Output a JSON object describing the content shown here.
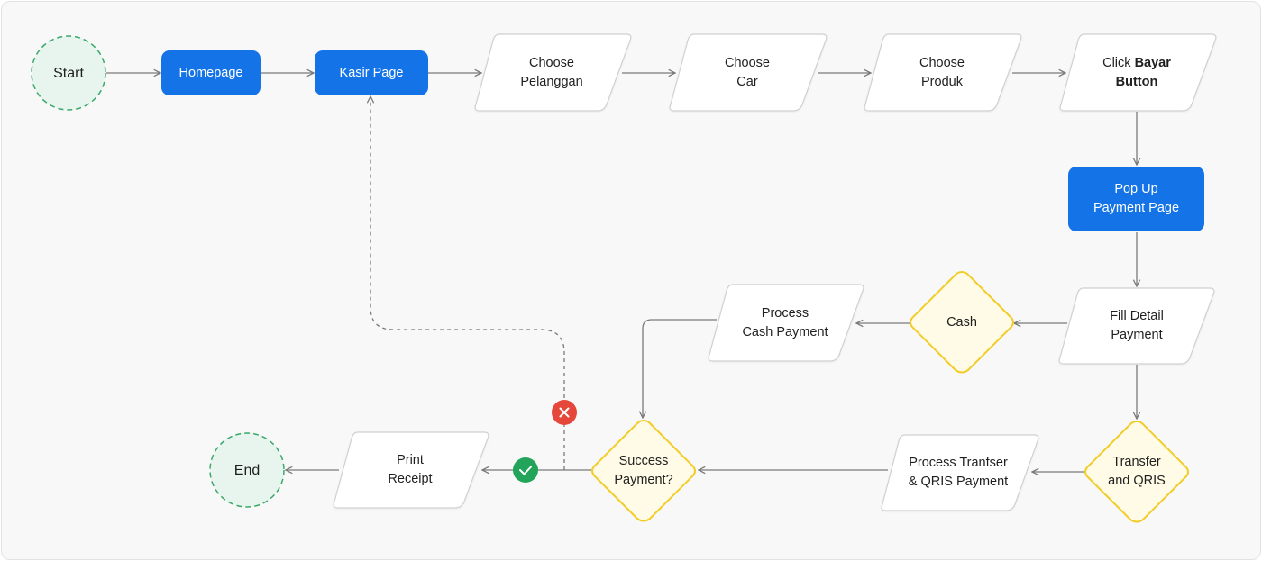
{
  "nodes": {
    "start": "Start",
    "homepage": "Homepage",
    "kasir": "Kasir Page",
    "pelanggan": "Choose\nPelanggan",
    "car": "Choose\nCar",
    "produk": "Choose\nProduk",
    "bayar_prefix": "Click ",
    "bayar_bold": "Bayar\nButton",
    "popup": "Pop Up\nPayment Page",
    "fill": "Fill Detail\nPayment",
    "cash": "Cash",
    "cash_process": "Process\nCash Payment",
    "transfer": "Transfer\nand QRIS",
    "transfer_process": "Process Tranfser\n& QRIS Payment",
    "success": "Success\nPayment?",
    "print": "Print\nReceipt",
    "end": "End"
  },
  "colors": {
    "blue": "#1473e6",
    "terminal_fill": "#e8f5ee",
    "terminal_stroke": "#3aa86a",
    "diamond_fill": "#fffbe6",
    "diamond_stroke": "#f2cd2a",
    "success_badge": "#22a55a",
    "fail_badge": "#e5483a",
    "connector": "#7a7a7a"
  },
  "icons": {
    "success_badge": "check-icon",
    "fail_badge": "x-icon"
  }
}
